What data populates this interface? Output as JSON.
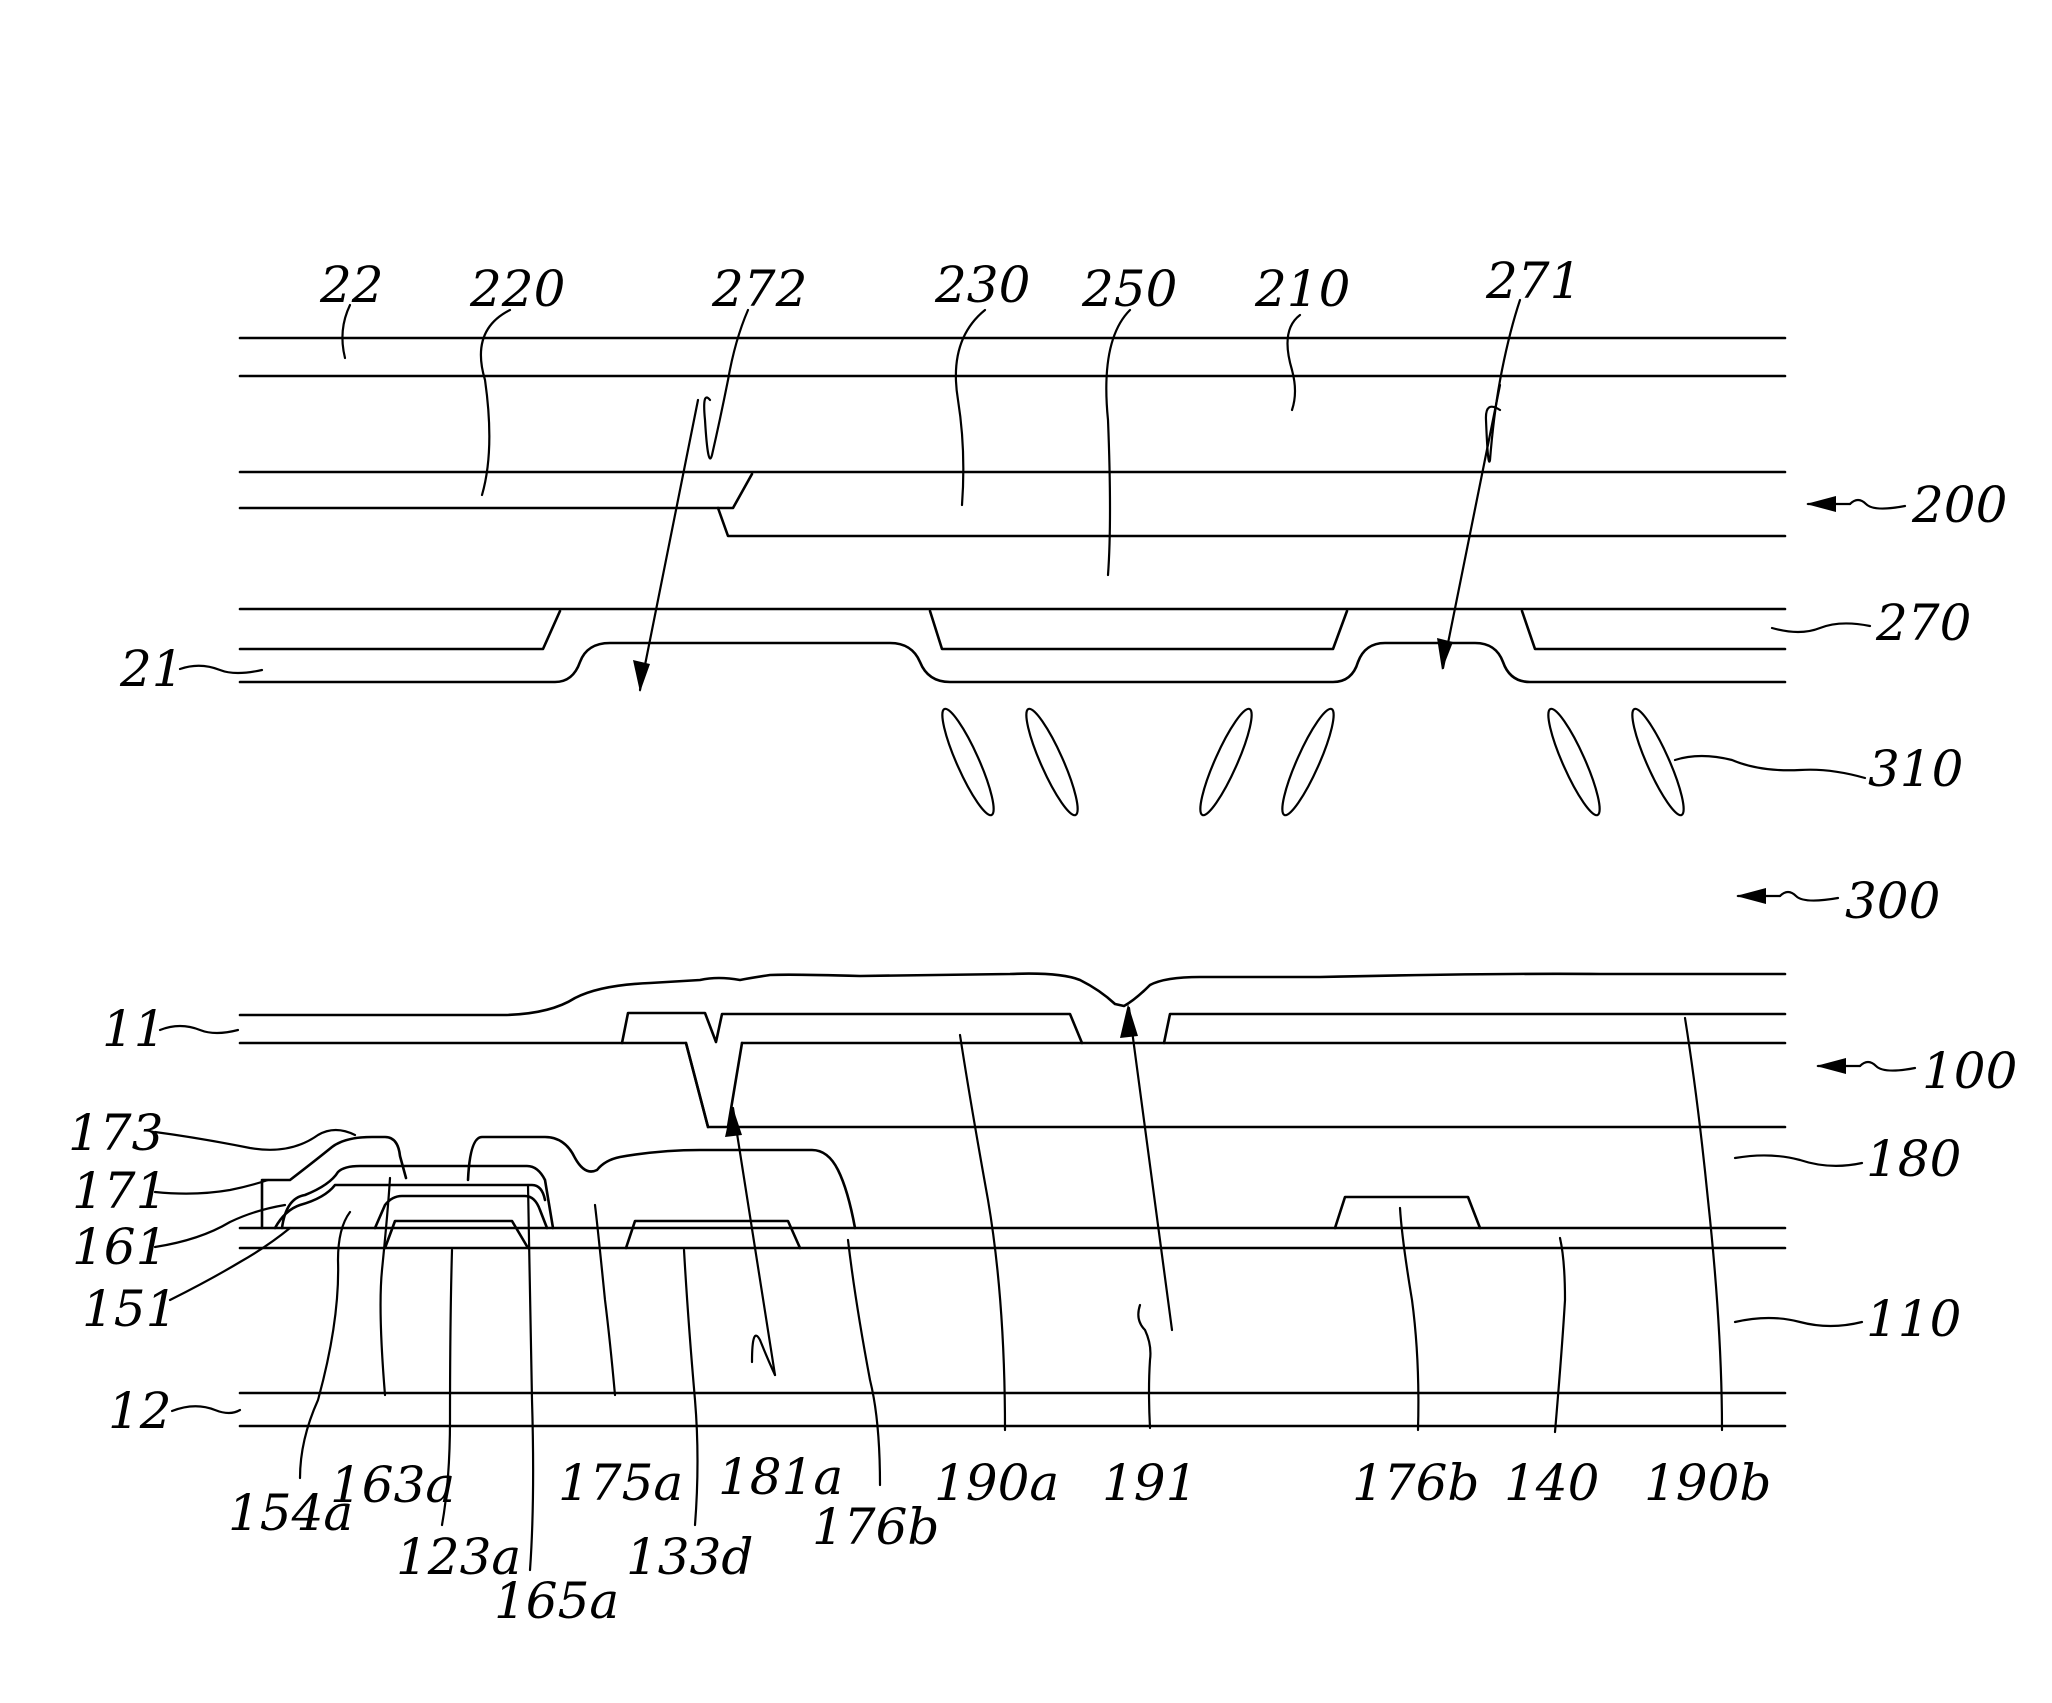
{
  "labels": {
    "l22": "22",
    "l220": "220",
    "l272": "272",
    "l230": "230",
    "l250": "250",
    "l210": "210",
    "l271": "271",
    "l200": "200",
    "l270": "270",
    "l21": "21",
    "l310": "310",
    "l300": "300",
    "l11": "11",
    "l100": "100",
    "l180": "180",
    "l173": "173",
    "l171": "171",
    "l161": "161",
    "l151": "151",
    "l110": "110",
    "l12": "12",
    "l154a": "154a",
    "l163a": "163a",
    "l123a": "123a",
    "l165a": "165a",
    "l175a": "175a",
    "l133d": "133d",
    "l181a": "181a",
    "l176b_1": "176b",
    "l190a": "190a",
    "l191": "191",
    "l176b_2": "176b",
    "l140": "140",
    "l190b": "190b"
  }
}
